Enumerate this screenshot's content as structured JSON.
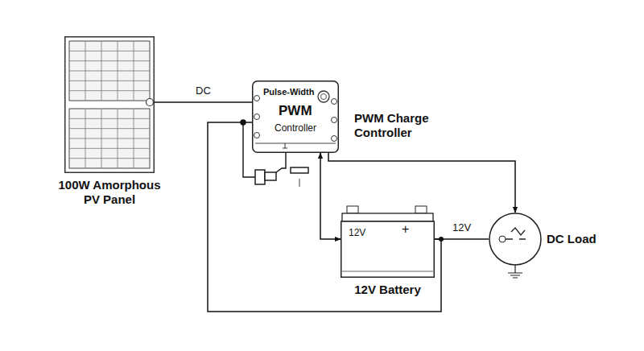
{
  "diagram": {
    "nodes": [
      {
        "text": [
          "100W Amorphous PV Panel"
        ]
      },
      {
        "text": [
          "Pulse-Width",
          "PWM",
          "Controller",
          "PWM Charge Controller"
        ]
      },
      {
        "text": [
          "12V",
          "+",
          "12V Battery"
        ]
      },
      {
        "text": [
          "DC Load"
        ]
      }
    ],
    "edges": [
      {
        "from": 0,
        "to": 1,
        "arrow": "none",
        "label": "DC"
      },
      {
        "from": 1,
        "to": 2,
        "arrow": "both"
      },
      {
        "from": 1,
        "to": 3,
        "arrow": "to"
      },
      {
        "from": 2,
        "to": 3,
        "arrow": "none",
        "label": "12V"
      },
      {
        "from": 1,
        "to": 2,
        "arrow": "none"
      }
    ]
  }
}
